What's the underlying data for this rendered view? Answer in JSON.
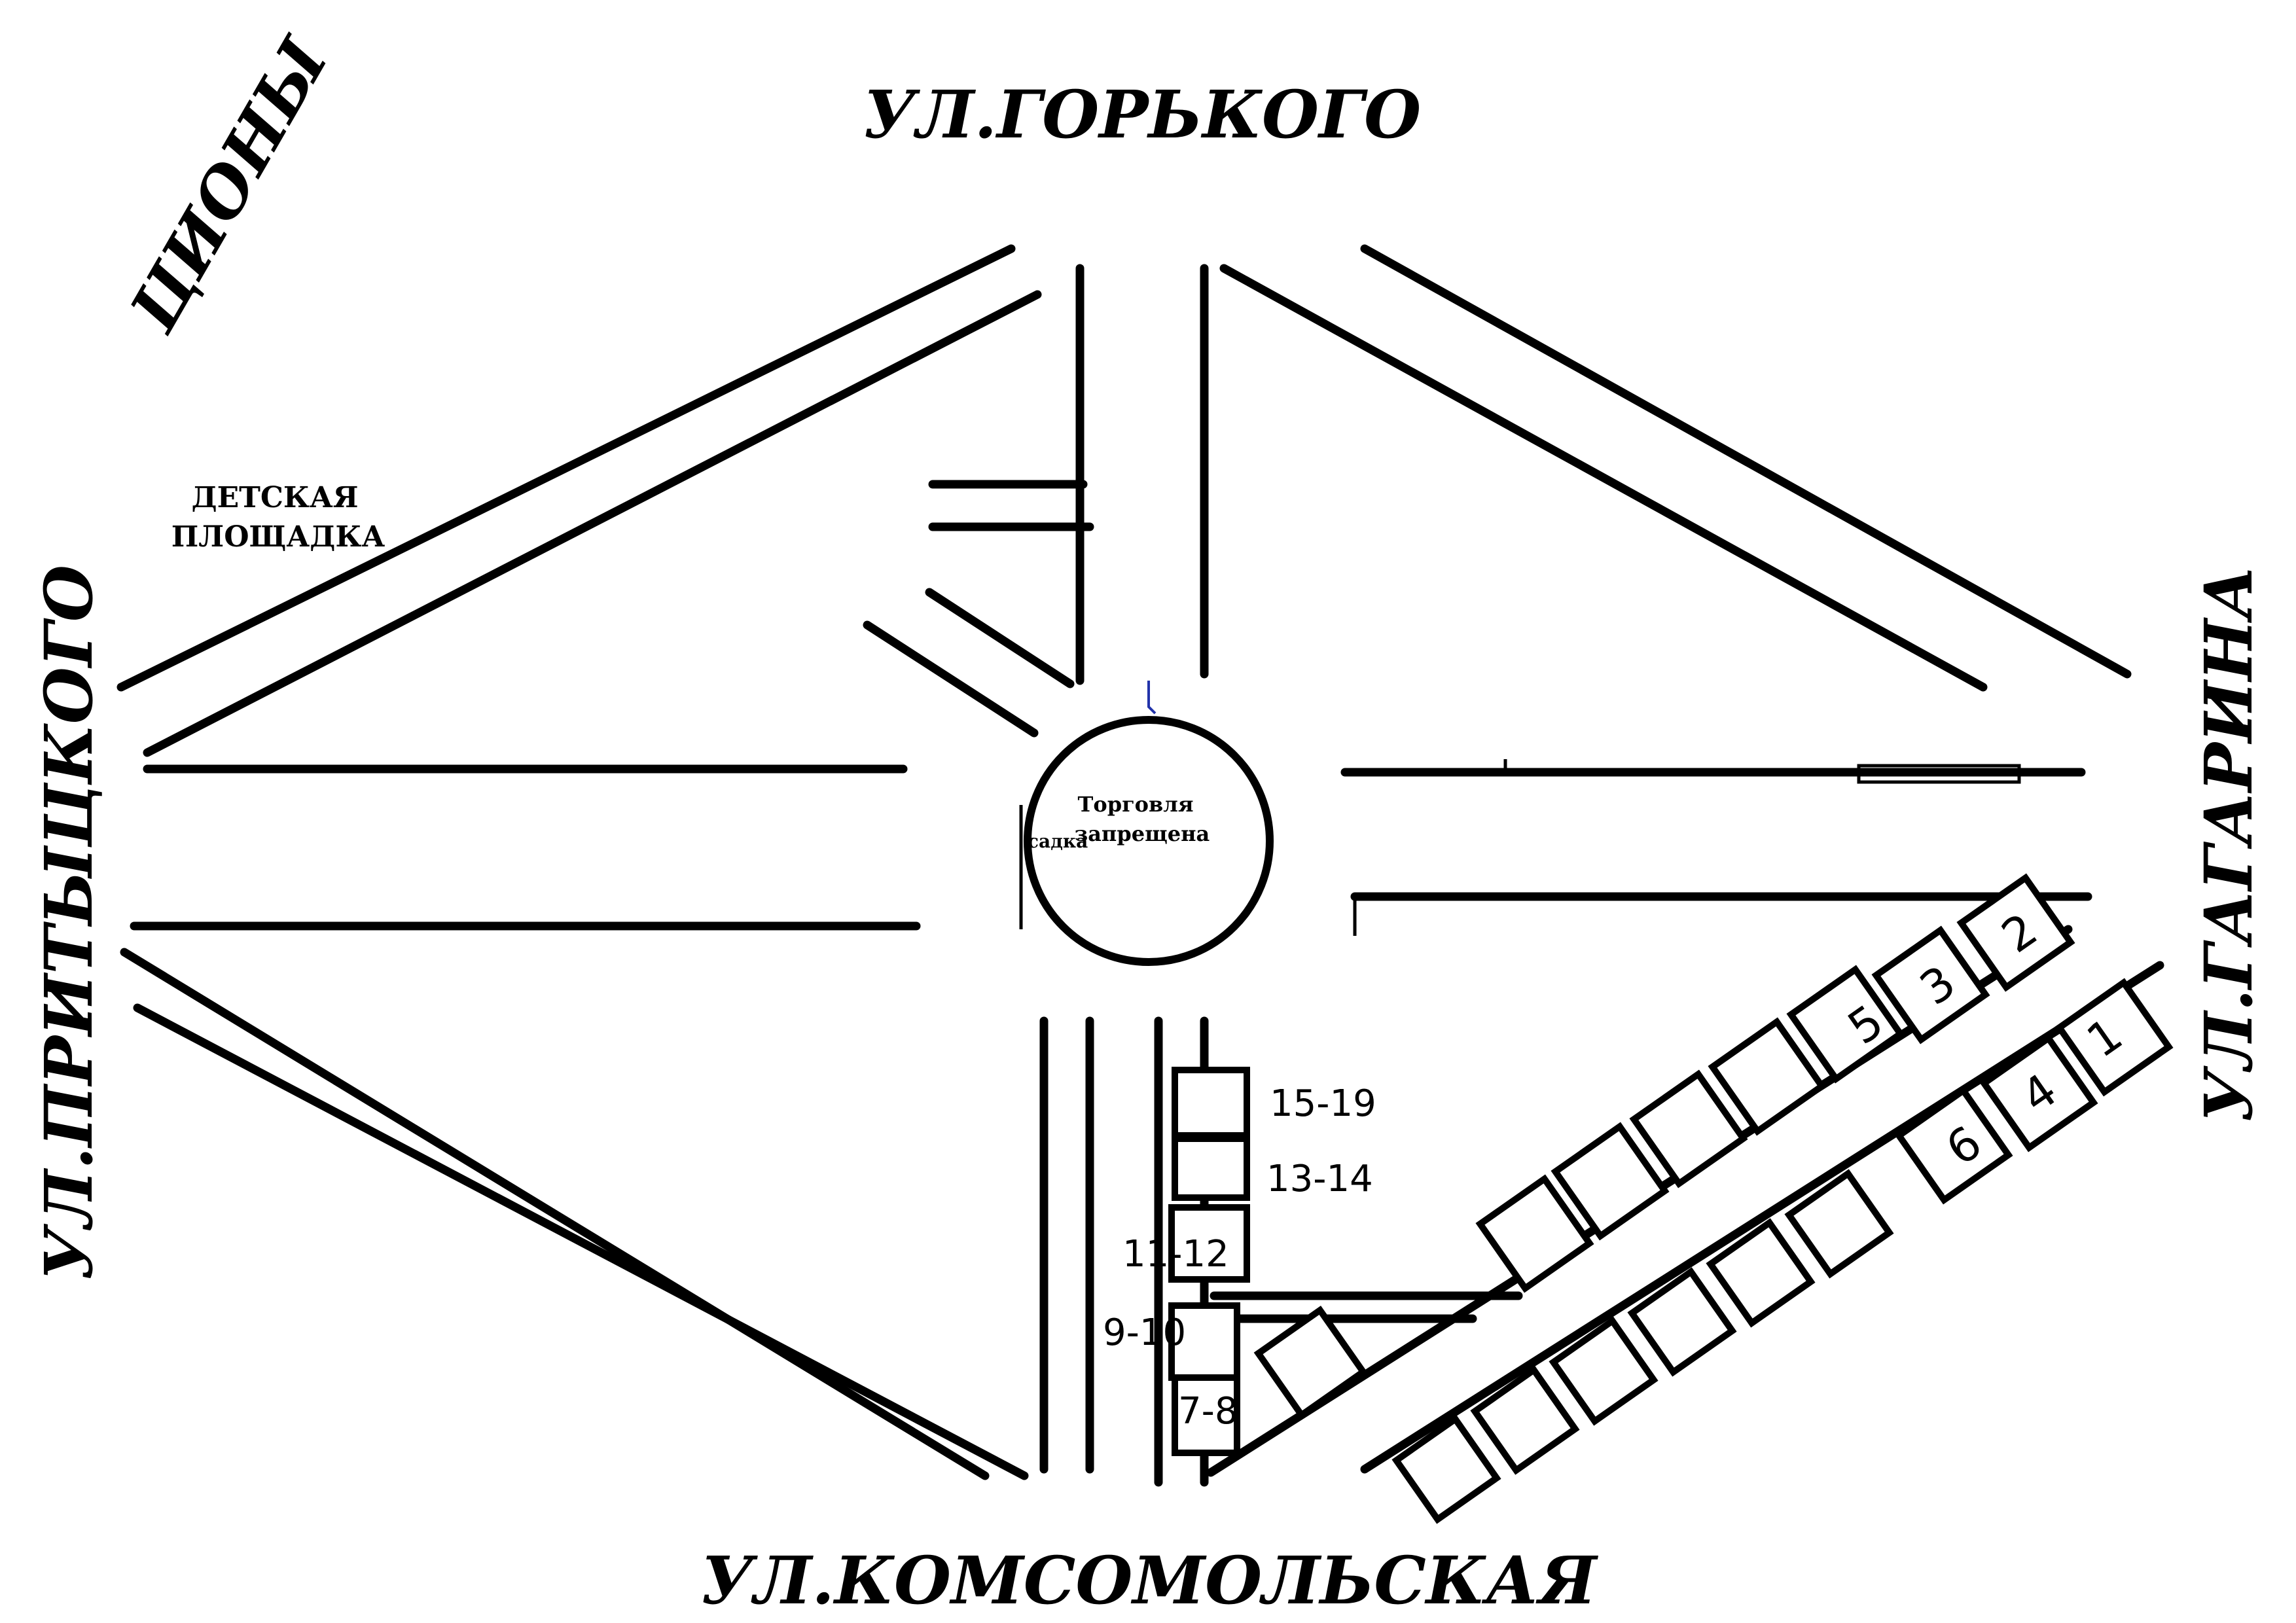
{
  "streets": {
    "north": "УЛ.ГОРЬКОГО",
    "south": "УЛ.КОМСОМОЛЬСКАЯ",
    "west": "УЛ.ПРИТЫЦКОГО",
    "east": "УЛ.ГАГАРИНА",
    "northwest_fragment": "ЦИОНЫ"
  },
  "places": {
    "playground_line1": "ДЕТСКАЯ",
    "playground_line2": "ПЛОЩАДКА",
    "center_line1": "Торговля",
    "center_line2": "запрещена",
    "fragment_left_of_circle": "садка"
  },
  "stalls": {
    "diagonal_upper": [
      "5",
      "3",
      "2"
    ],
    "diagonal_lower": [
      "6",
      "4",
      "1"
    ],
    "column": [
      "15-19",
      "13-14",
      "11-12",
      "9-10",
      "7-8"
    ]
  }
}
